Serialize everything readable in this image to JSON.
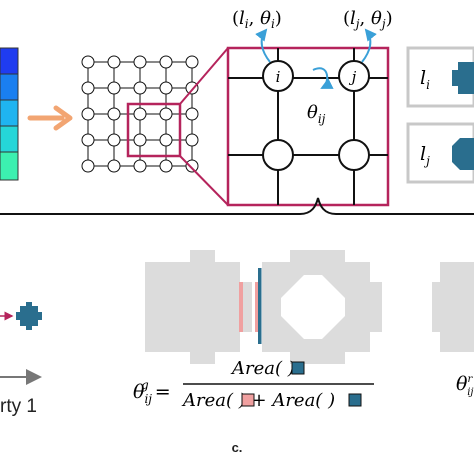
{
  "colors": {
    "magenta": "#b5245c",
    "arrow_orange": "#f2a572",
    "cyan_arrow": "#3aa0d8",
    "teal_block": "#2a6e8e",
    "pink_block": "#f0a0a0",
    "gray_shape": "#dcdcdc",
    "colorbar": [
      "#1f3cf0",
      "#1a7ff0",
      "#1fb4f0",
      "#25d6d8",
      "#3cf0b0"
    ]
  },
  "panel_b": {
    "node_i_label": "i",
    "node_j_label": "j",
    "li_theta_i": "(l_i, θ_i)",
    "lj_theta_j": "(l_j, θ_j)",
    "theta_ij": "θ_ij",
    "right_label_li": "l_i",
    "right_label_lj": "l_j"
  },
  "panel_c": {
    "formula_lhs": "θ^g_ij =",
    "numerator": "Area(■)",
    "denominator": "Area(■) + Area(■)",
    "partial_right": "θ",
    "left_partial_text": "rty 1",
    "caption": "c."
  }
}
